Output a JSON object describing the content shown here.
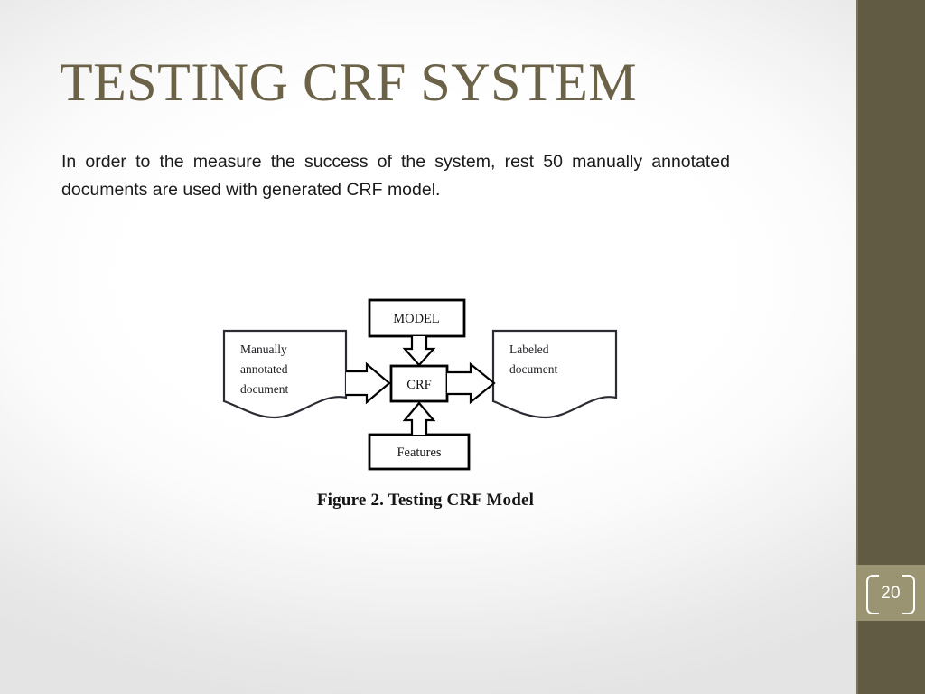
{
  "slide": {
    "title": "TESTING CRF SYSTEM",
    "body_text": "In order to the measure the success of the system, rest 50 manually annotated documents are used with generated CRF model.",
    "page_number": "20",
    "title_color": "#6b6247",
    "band_color": "#605b42",
    "badge_color": "#9a9472",
    "body_color": "#1a1a1a"
  },
  "figure": {
    "caption": "Figure 2. Testing CRF Model",
    "nodes": {
      "model": {
        "label": "MODEL"
      },
      "crf": {
        "label": "CRF"
      },
      "features": {
        "label": "Features"
      },
      "input_doc": {
        "line1": "Manually",
        "line2": "annotated",
        "line3": "document"
      },
      "output_doc": {
        "line1": "Labeled",
        "line2": "document"
      }
    },
    "edges": [
      {
        "from": "model",
        "to": "crf",
        "direction": "down"
      },
      {
        "from": "features",
        "to": "crf",
        "direction": "up"
      },
      {
        "from": "input_doc",
        "to": "crf",
        "direction": "right"
      },
      {
        "from": "crf",
        "to": "output_doc",
        "direction": "right"
      }
    ]
  }
}
